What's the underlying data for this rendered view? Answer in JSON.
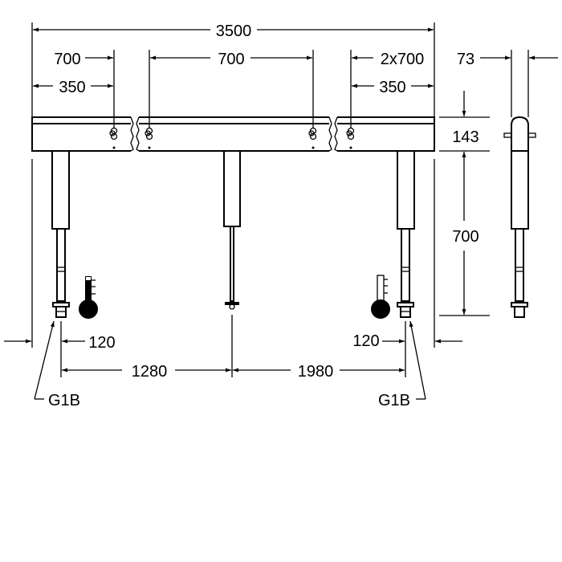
{
  "drawing": {
    "dimensions": {
      "overall_length": "3500",
      "left_spacing": "700",
      "left_offset": "350",
      "middle_spacing": "700",
      "right_spacing": "2x700",
      "right_offset": "350",
      "beam_height": "143",
      "leg_height": "700",
      "depth": "73",
      "left_pipe_offset": "120",
      "right_pipe_offset": "120",
      "left_to_center": "1280",
      "center_to_right": "1980"
    },
    "connections": {
      "left_thread": "G1B",
      "right_thread": "G1B"
    },
    "icons": [
      "hot-water-thermometer-icon",
      "cold-water-thermometer-icon"
    ]
  }
}
